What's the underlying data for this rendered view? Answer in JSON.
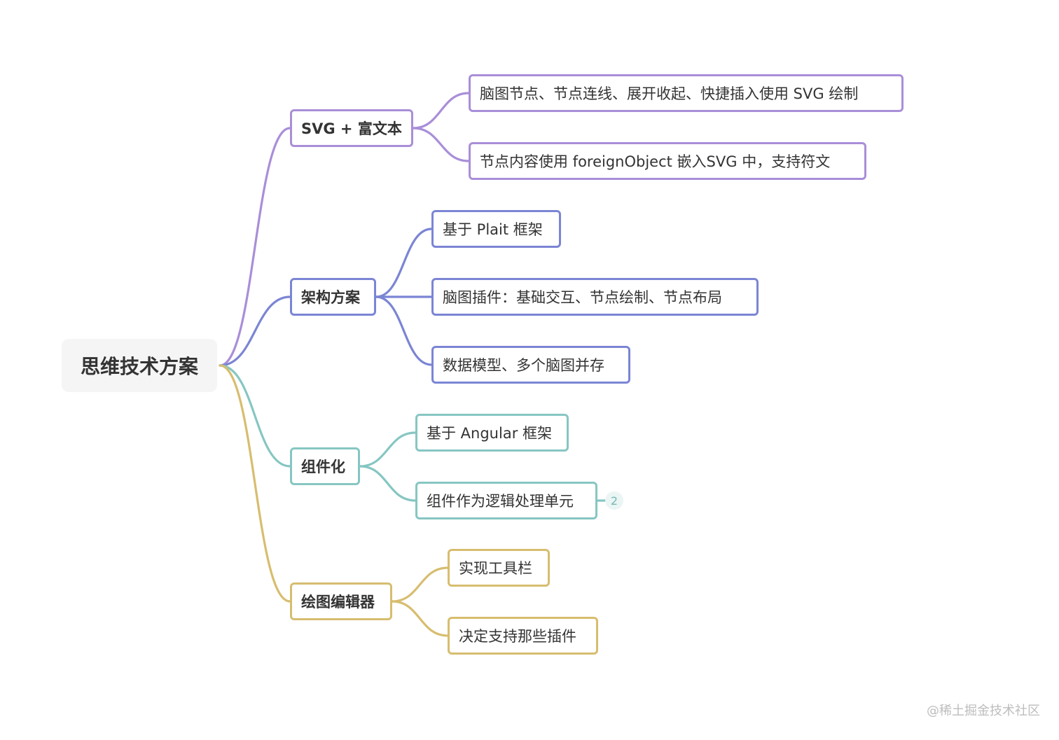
{
  "root": {
    "label": "思维技术方案"
  },
  "colors": {
    "purple": "#a98ed8",
    "indigo": "#7b85d4",
    "teal": "#86c6c2",
    "gold": "#d7bd6f",
    "root_bg": "#f5f5f5",
    "text": "#333333"
  },
  "branches": [
    {
      "label": "SVG + 富文本",
      "color": "purple",
      "children": [
        {
          "label": "脑图节点、节点连线、展开收起、快捷插入使用 SVG 绘制"
        },
        {
          "label": "节点内容使用 foreignObject 嵌入SVG 中，支持符文"
        }
      ]
    },
    {
      "label": "架构方案",
      "color": "indigo",
      "children": [
        {
          "label": "基于 Plait 框架"
        },
        {
          "label": "脑图插件：基础交互、节点绘制、节点布局"
        },
        {
          "label": "数据模型、多个脑图并存"
        }
      ]
    },
    {
      "label": "组件化",
      "color": "teal",
      "children": [
        {
          "label": "基于 Angular 框架"
        },
        {
          "label": "组件作为逻辑处理单元",
          "collapsed_count": "2"
        }
      ]
    },
    {
      "label": "绘图编辑器",
      "color": "gold",
      "children": [
        {
          "label": "实现工具栏"
        },
        {
          "label": "决定支持那些插件"
        }
      ]
    }
  ],
  "watermark": "@稀土掘金技术社区"
}
